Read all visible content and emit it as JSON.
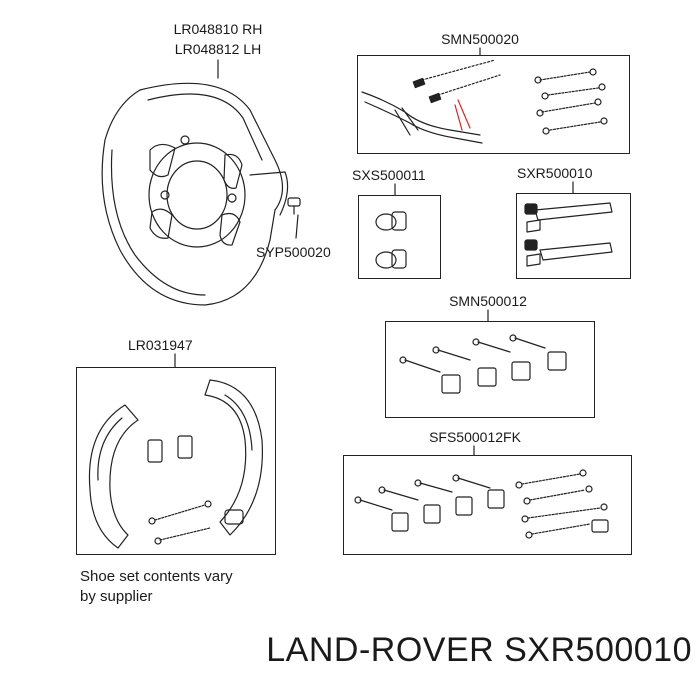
{
  "labels": {
    "shield_rh": "LR048810 RH",
    "shield_lh": "LR048812 LH",
    "bolt": "SYP500020",
    "cable_kit": "SMN500020",
    "pins": "SXS500011",
    "adjuster_kit": "SXR500010",
    "shoes": "LR031947",
    "hardware_kit": "SMN500012",
    "full_kit": "SFS500012FK"
  },
  "note": {
    "line1": "Shoe set contents vary",
    "line2": "by supplier"
  },
  "footer": "LAND-ROVER SXR500010"
}
